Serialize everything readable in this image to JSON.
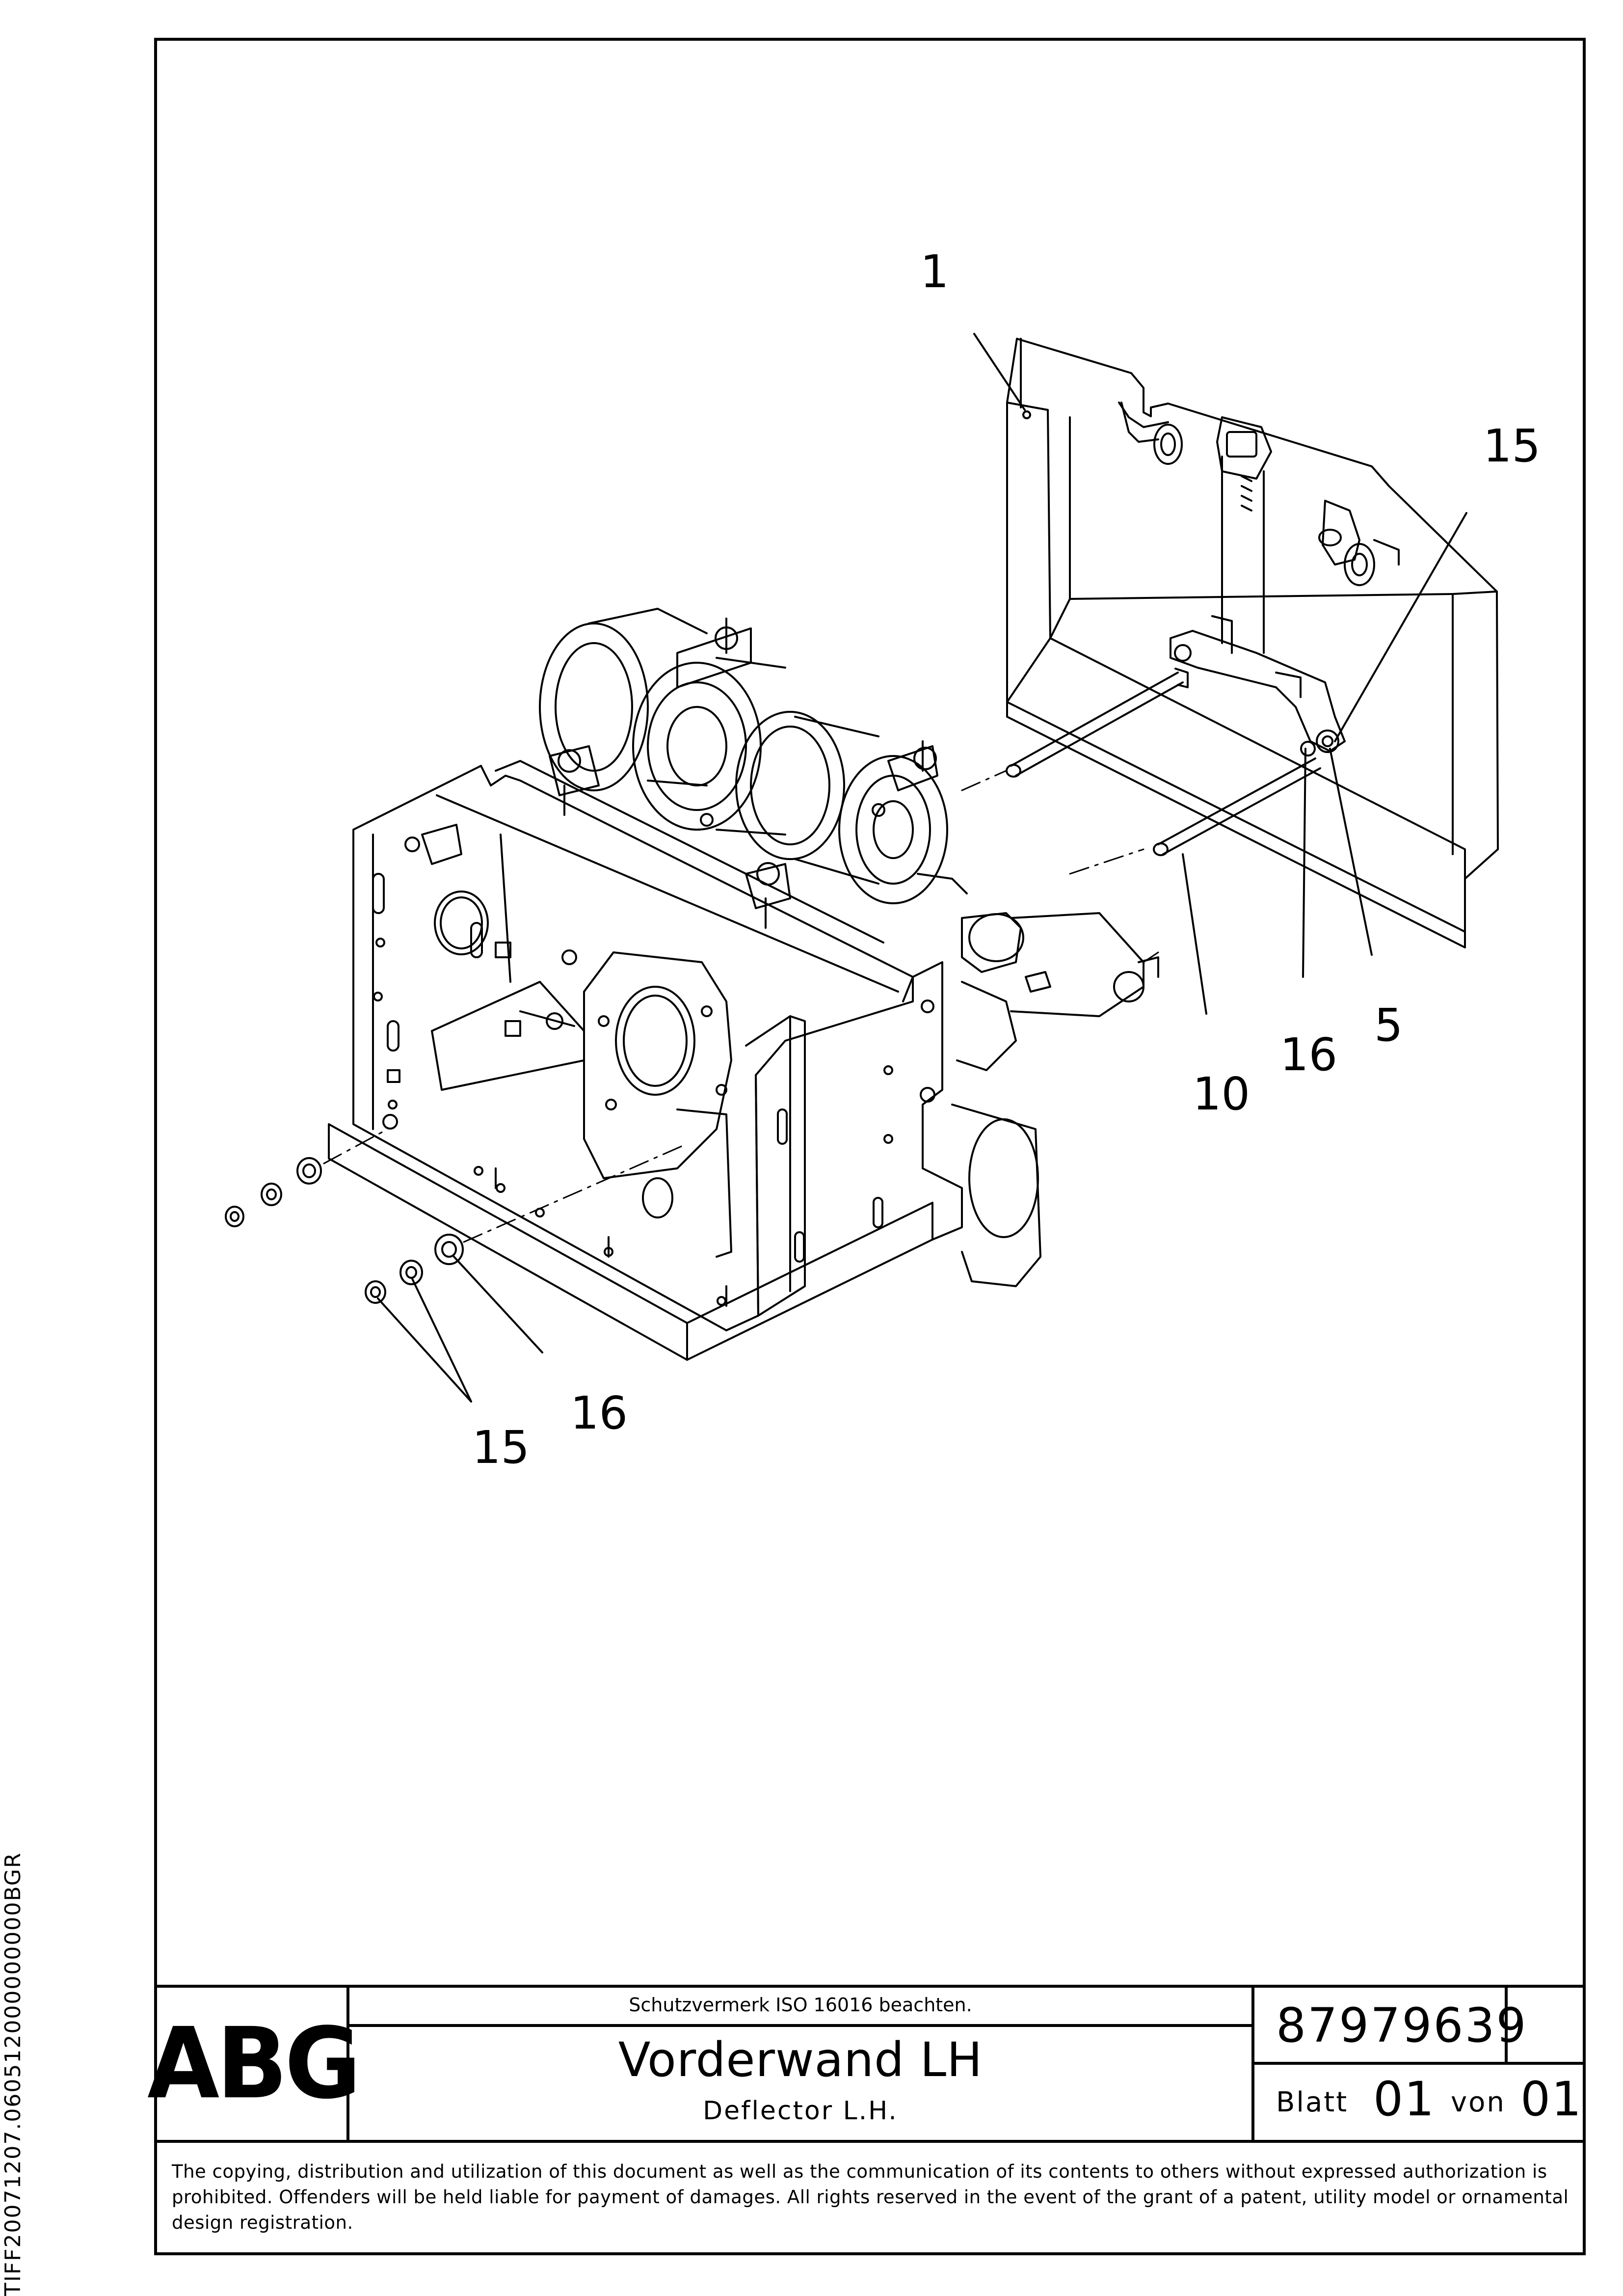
{
  "side_code": "TIFF20071207.060512000000000BGR",
  "callouts": [
    {
      "id": "1",
      "label": "1"
    },
    {
      "id": "15a",
      "label": "15"
    },
    {
      "id": "5",
      "label": "5"
    },
    {
      "id": "16a",
      "label": "16"
    },
    {
      "id": "10",
      "label": "10"
    },
    {
      "id": "16b",
      "label": "16"
    },
    {
      "id": "15b",
      "label": "15"
    }
  ],
  "title_block": {
    "logo": "ABG",
    "protection_notice": "Schutzvermerk ISO 16016 beachten.",
    "title_de": "Vorderwand LH",
    "title_en": "Deflector L.H.",
    "part_number": "87979639",
    "sheet_label": "Blatt",
    "sheet_number": "01",
    "of_label": "von",
    "sheet_total": "01"
  },
  "copyright_notice": "The copying, distribution and utilization of this document as well as the communication of its contents to others without expressed authorization is prohibited. Offenders will be held liable for payment of damages. All rights reserved in the event of the grant of a patent, utility model or ornamental design registration."
}
